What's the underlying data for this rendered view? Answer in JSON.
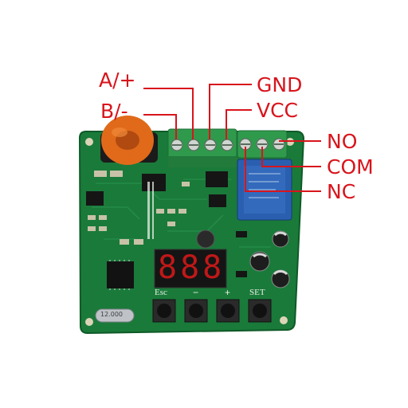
{
  "colors": {
    "callout": "#d8141c",
    "pcb": "#1a7a3a",
    "pcb_dark": "#0f5a27",
    "terminal": "#2f9a4c",
    "relay": "#2a5fb0",
    "display": "#c01818",
    "toroid": "#e06a1a"
  },
  "labels": {
    "a_plus": "A/+",
    "b_minus": "B/-",
    "gnd": "GND",
    "vcc": "VCC",
    "no": "NO",
    "com": "COM",
    "nc": "NC"
  },
  "display": {
    "digits": "888"
  },
  "buttons": {
    "esc": "Esc",
    "minus": "−",
    "plus": "+",
    "set": "SET"
  },
  "chip_labels": {
    "crystal": "12.000"
  }
}
